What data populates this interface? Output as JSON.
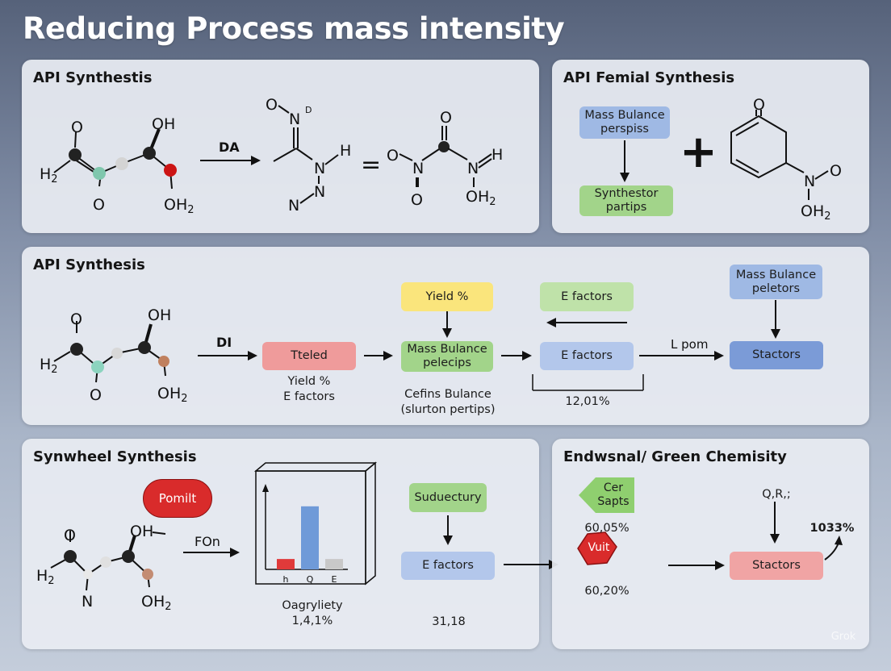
{
  "page_title": "Reducing Process mass intensity",
  "panel1": {
    "title": "API Synthestis",
    "reactant": {
      "h2": "H2",
      "o_top": "O",
      "o_bottom": "O",
      "oh": "OH",
      "oh2": "OH2"
    },
    "arrow_label": "DA",
    "intermediate": {
      "o": "O",
      "n_top": "N",
      "sup": "D",
      "n_mid": "N",
      "h": "H",
      "n_low": "N",
      "n_left": "N"
    },
    "equals": "=",
    "product": {
      "o_left": "O",
      "o_top": "O",
      "n_left": "N",
      "n_right": "N",
      "h": "H",
      "o_bottom": "O",
      "oh2": "OH2"
    }
  },
  "panel2": {
    "title": "API Femial Synthesis",
    "box_top": "Mass Bulance\nperspiss",
    "box_bottom": "Synthestor\npartips",
    "plus": "+",
    "molecule": {
      "o": "O",
      "n": "N",
      "o_right": "O",
      "oh2": "OH2"
    }
  },
  "panel3": {
    "title": "API Synthesis",
    "molecule": {
      "h2": "H2",
      "o_top": "O",
      "o_bottom": "O",
      "oh": "OH",
      "oh2": "OH2"
    },
    "arrow_label": "DI",
    "box_teled": "Ttеled",
    "teled_caption": "Yield %\nE factors",
    "box_yield": "Yield %",
    "box_mass": "Mass Bulance\npelecips",
    "mass_caption": "Cefins Bulance\n(slurton pertips)",
    "box_efactors_top": "E factors",
    "box_efactors_mid": "E factors",
    "bracket_value": "12,01%",
    "arrow_label_2": "L pom",
    "box_mass_right": "Mass Bulance\npeletors",
    "box_stactors": "Stactors"
  },
  "panel4": {
    "title": "Synwheel Synthesis",
    "molecule": {
      "h2": "H2",
      "o_top": "O",
      "n_bottom": "N",
      "oh": "OH",
      "oh2": "OH2"
    },
    "bubble": "Pomilt",
    "arrow_label": "FOn",
    "chart_caption": "Oagryliety\n1,4,1%",
    "box_sud": "Suduectury",
    "box_efactors": "E factors",
    "value": "31,18"
  },
  "panel5": {
    "title": "Endwsnal/ Green Chemisity",
    "arrow_box": "Cer\nSapts",
    "value_1": "60,05%",
    "hex": "Vuit",
    "value_2": "60,20%",
    "label_top": "Q,R,;",
    "value_right": "1033%",
    "box_stactors": "Stactors"
  },
  "chart_data": {
    "type": "bar",
    "categories": [
      "h",
      "Q",
      "E"
    ],
    "values": [
      0.14,
      0.85,
      0.14
    ],
    "colors": [
      "#e03a3a",
      "#6f9ad8",
      "#c8c8c8"
    ],
    "ylim": [
      0,
      1
    ]
  },
  "colors": {
    "accent_blue": "#9fb9e4",
    "accent_green": "#a2d48a",
    "accent_red": "#e03a3a"
  },
  "watermark": "Grok"
}
